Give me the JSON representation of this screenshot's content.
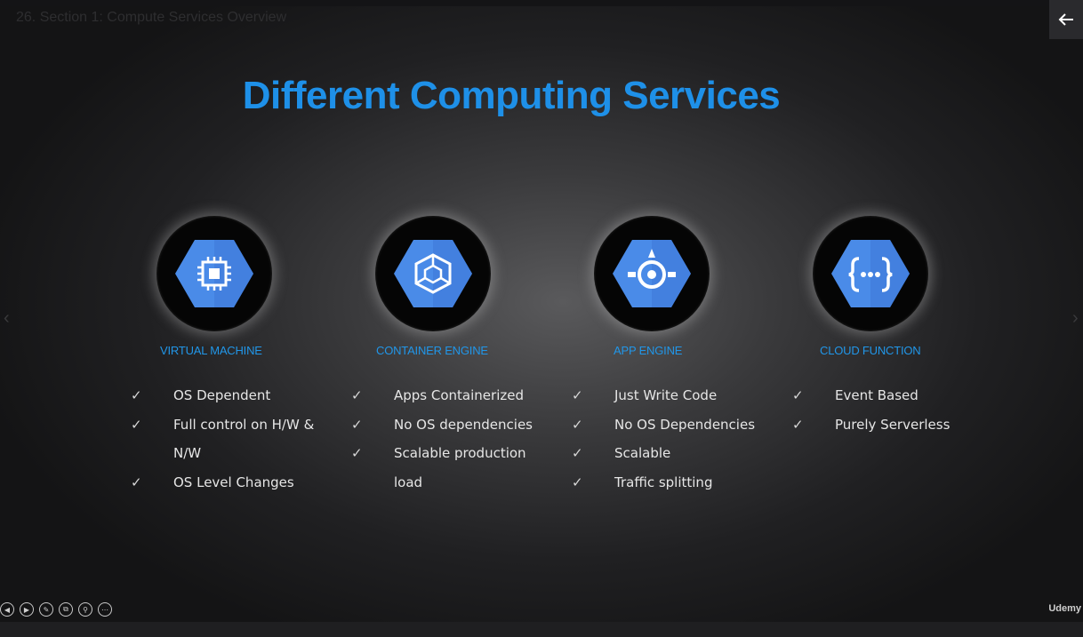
{
  "lecture": {
    "title": "26. Section 1: Compute Services Overview"
  },
  "slide": {
    "title": "Different Computing Services",
    "services": [
      {
        "label": "VIRTUAL MACHINE",
        "icon": "chip-icon",
        "features": [
          "OS Dependent",
          "Full control on H/W & N/W",
          "OS Level Changes"
        ]
      },
      {
        "label": "CONTAINER ENGINE",
        "icon": "container-cube-icon",
        "features": [
          "Apps Containerized",
          "No OS dependencies",
          "Scalable production load"
        ]
      },
      {
        "label": "APP  ENGINE",
        "icon": "app-engine-icon",
        "features": [
          "Just Write Code",
          "No OS Dependencies",
          "Scalable",
          "Traffic splitting"
        ]
      },
      {
        "label": "CLOUD FUNCTION",
        "icon": "function-braces-icon",
        "features": [
          "Event Based",
          "Purely Serverless"
        ]
      }
    ]
  },
  "controls": [
    "prev-icon",
    "next-icon",
    "pen-icon",
    "copy-icon",
    "zoom-icon",
    "more-icon"
  ],
  "brand": "Udemy",
  "colors": {
    "accent": "#1e90e8",
    "icon_hex": "#4a8be8",
    "text": "#e6e6e6"
  }
}
